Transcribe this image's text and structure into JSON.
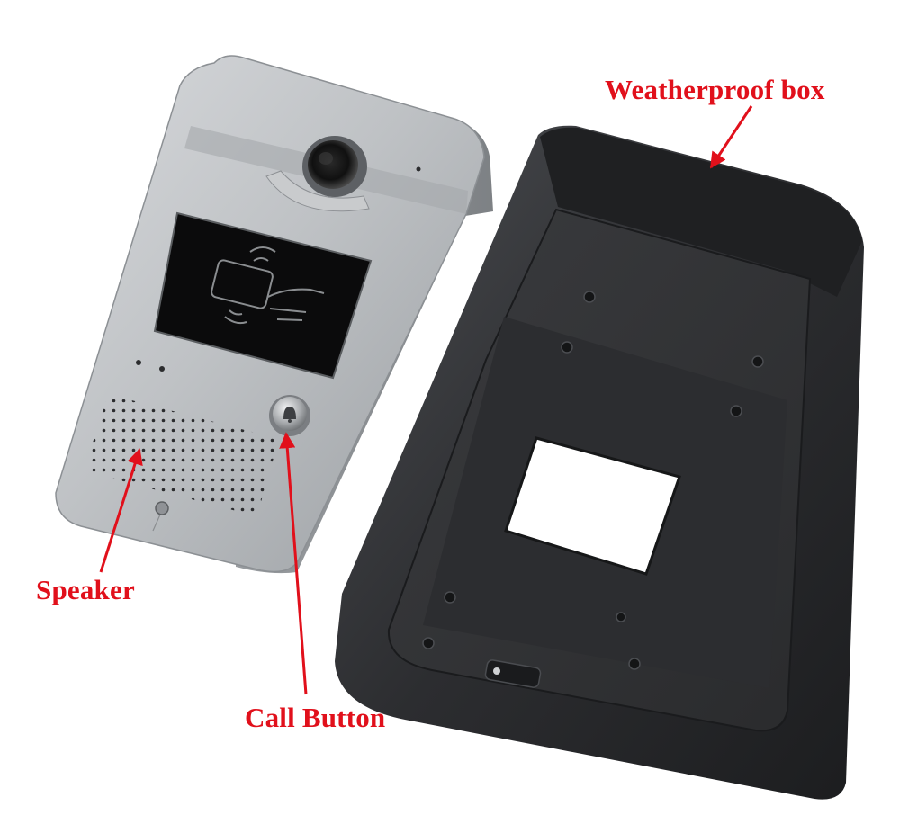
{
  "labels": {
    "weatherproof_box": "Weatherproof box",
    "speaker": "Speaker",
    "call_button": "Call Button"
  },
  "colors": {
    "annotation": "#e1101b",
    "panel_silver": "#b9bcbf",
    "box_black": "#2a2b2e",
    "reader_window": "#0b0b0c"
  },
  "icons": {
    "rfid_reader": "card-tap-hand-icon",
    "call_button": "bell-icon"
  }
}
